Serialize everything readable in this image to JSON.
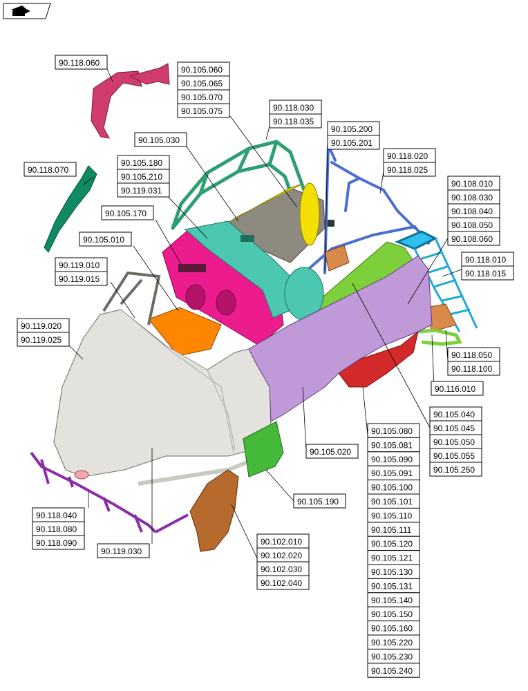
{
  "nav": {
    "icon": "return-arrow-icon"
  },
  "colors": {
    "hood": "#e3e2dc",
    "hood_shade": "#c9c8c1",
    "fender": "#c09ad8",
    "magenta": "#ec1c8f",
    "teal": "#4cc7b0",
    "green_rail": "#2e9e73",
    "green_panel": "#7ed03a",
    "orange": "#ff8600",
    "yellow": "#f4e000",
    "grey": "#8f8a80",
    "blue": "#4a6fd1",
    "cyan": "#1ea9d6",
    "tan": "#d98a4a",
    "red": "#d22a2a",
    "brown": "#b76a2e",
    "purple": "#8a2ea8",
    "dark_green": "#0f8a63",
    "crimson": "#d03c6e"
  },
  "callouts": {
    "g_118_060": [
      "90.118.060"
    ],
    "g_105_060": [
      "90.105.060",
      "90.105.065",
      "90.105.070",
      "90.105.075"
    ],
    "g_118_030": [
      "90.118.030",
      "90.118.035"
    ],
    "g_105_200": [
      "90.105.200",
      "90.105.201"
    ],
    "g_105_030": [
      "90.105.030"
    ],
    "g_118_070": [
      "90.118.070"
    ],
    "g_105_180": [
      "90.105.180",
      "90.105.210",
      "90.119.031"
    ],
    "g_118_020": [
      "90.118.020",
      "90.118.025"
    ],
    "g_108_010": [
      "90.108.010",
      "90.108.030",
      "90.108.040",
      "90.108.050",
      "90.108.060"
    ],
    "g_105_170": [
      "90.105.170"
    ],
    "g_105_010": [
      "90.105.010"
    ],
    "g_118_010": [
      "90.118.010",
      "90.118.015"
    ],
    "g_119_010": [
      "90.119.010",
      "90.119.015"
    ],
    "g_119_020": [
      "90.119.020",
      "90.119.025"
    ],
    "g_118_050": [
      "90.118.050",
      "90.118.100"
    ],
    "g_116_010": [
      "90.116.010"
    ],
    "g_105_040": [
      "90.105.040",
      "90.105.045",
      "90.105.050",
      "90.105.055",
      "90.105.250"
    ],
    "g_105_080": [
      "90.105.080",
      "90.105.081",
      "90.105.090",
      "90.105.091",
      "90.105.100",
      "90.105.101",
      "90.105.110",
      "90.105.111",
      "90.105.120",
      "90.105.121",
      "90.105.130",
      "90.105.131",
      "90.105.140",
      "90.105.150",
      "90.105.160",
      "90.105.220",
      "90.105.230",
      "90.105.240"
    ],
    "g_105_020": [
      "90.105.020"
    ],
    "g_105_190": [
      "90.105.190"
    ],
    "g_118_040": [
      "90.118.040",
      "90.118.080",
      "90.118.090"
    ],
    "g_102_010": [
      "90.102.010",
      "90.102.020",
      "90.102.030",
      "90.102.040"
    ],
    "g_119_030": [
      "90.119.030"
    ]
  }
}
